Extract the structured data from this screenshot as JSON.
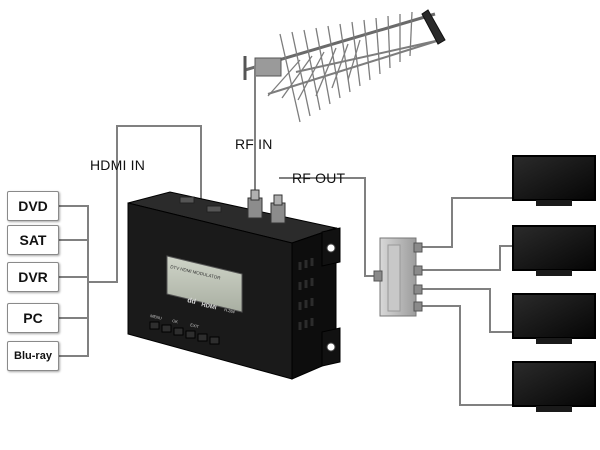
{
  "sources": [
    "DVD",
    "SAT",
    "DVR",
    "PC",
    "Blu-ray"
  ],
  "labels": {
    "hdmi_in": "HDMI IN",
    "rf_in": "RF IN",
    "rf_out": "RF OUT"
  },
  "device": {
    "display_line1": "DTV HDMI MODULATOR",
    "hdmi_logo": "HDMI",
    "badge": "H.264",
    "dolby": "dd",
    "button_labels": [
      "MENU",
      "OK",
      "EXIT"
    ]
  },
  "tv_count": 4,
  "colors": {
    "wire": "#808080",
    "device": "#1a1a1a",
    "screen": "#b8bfb2",
    "tv": "#111111",
    "splitter": "#b5b5b5"
  }
}
